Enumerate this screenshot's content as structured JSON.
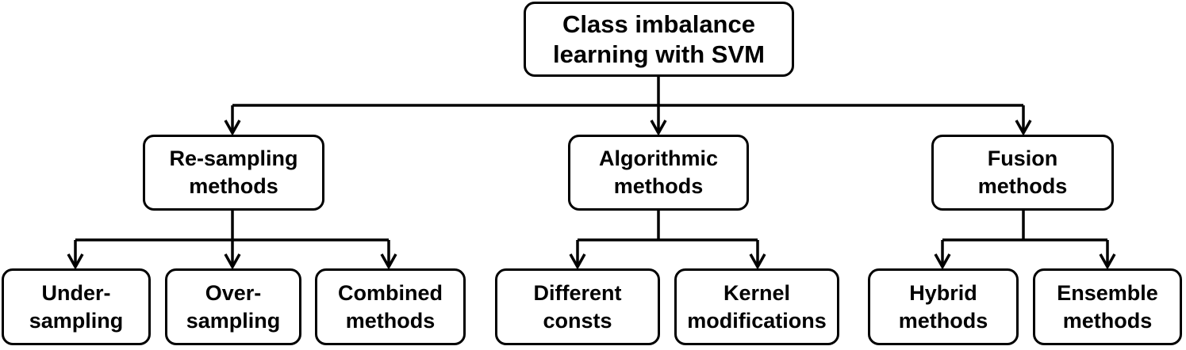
{
  "diagram": {
    "root": {
      "line1": "Class imbalance",
      "line2": "learning with SVM"
    },
    "categories": [
      {
        "line1": "Re-sampling",
        "line2": "methods",
        "children": [
          {
            "line1": "Under-",
            "line2": "sampling"
          },
          {
            "line1": "Over-",
            "line2": "sampling"
          },
          {
            "line1": "Combined",
            "line2": "methods"
          }
        ]
      },
      {
        "line1": "Algorithmic",
        "line2": "methods",
        "children": [
          {
            "line1": "Different",
            "line2": "consts"
          },
          {
            "line1": "Kernel",
            "line2": "modifications"
          }
        ]
      },
      {
        "line1": "Fusion",
        "line2": "methods",
        "children": [
          {
            "line1": "Hybrid",
            "line2": "methods"
          },
          {
            "line1": "Ensemble",
            "line2": "methods"
          }
        ]
      }
    ]
  }
}
